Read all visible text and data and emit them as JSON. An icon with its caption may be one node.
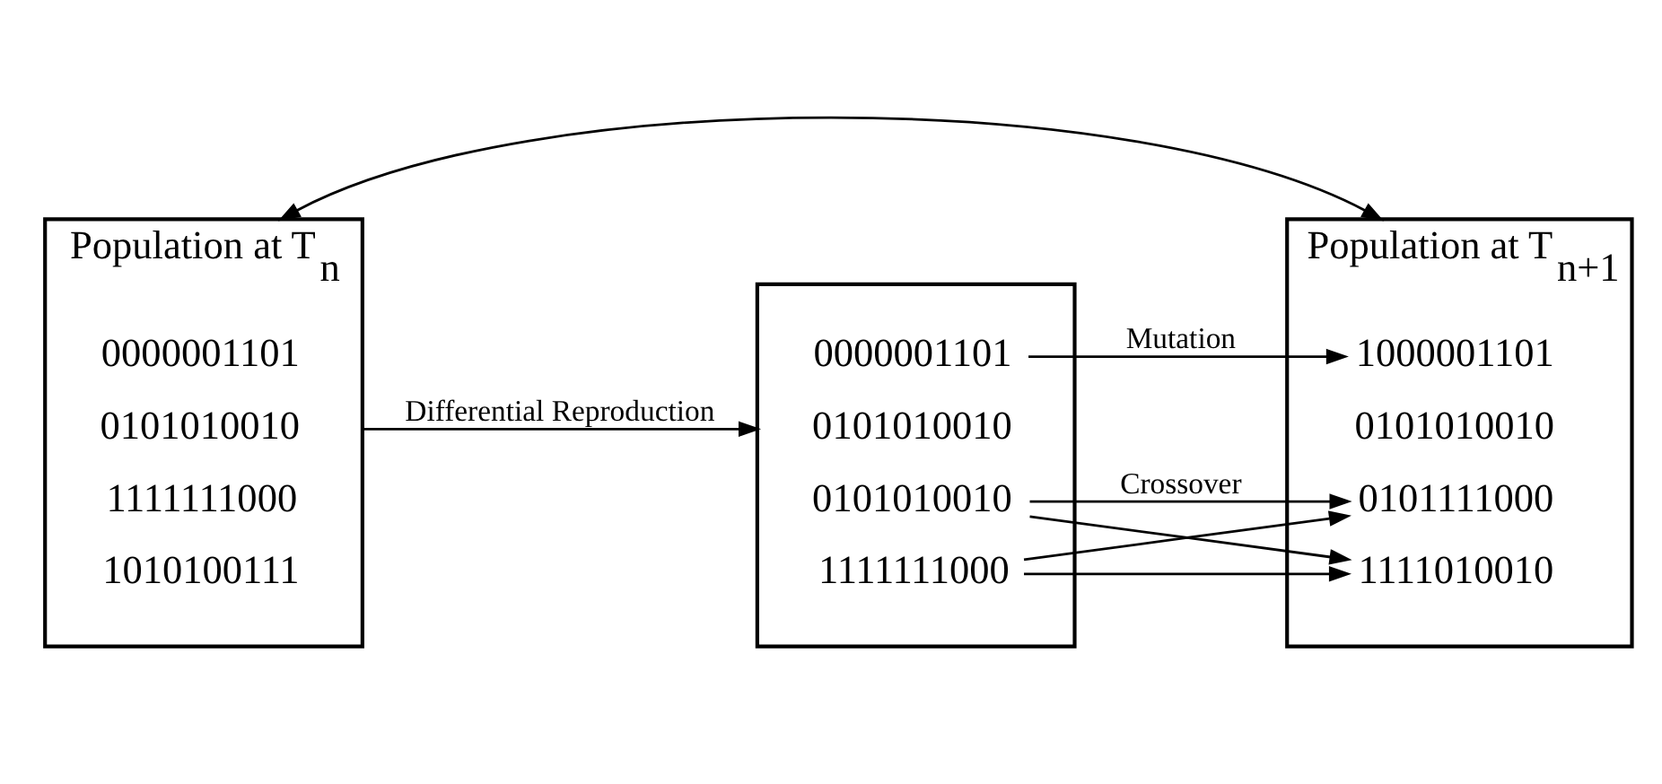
{
  "diagram": {
    "nodes": [
      {
        "text": [
          "Population at T$_{n}$"
        ]
      },
      {
        "text": [
          "0000001101"
        ],
        "in": 0
      },
      {
        "text": [
          "0101010010"
        ],
        "in": 0
      },
      {
        "text": [
          "1111111000"
        ],
        "in": 0
      },
      {
        "text": [
          "1010100111"
        ],
        "in": 0
      },
      {
        "text": [],
        "shape": "box"
      },
      {
        "text": [
          "0000001101"
        ],
        "in": 5
      },
      {
        "text": [
          "0101010010"
        ],
        "in": 5
      },
      {
        "text": [
          "0101010010"
        ],
        "in": 5
      },
      {
        "text": [
          "1111111000"
        ],
        "in": 5
      },
      {
        "text": [
          "Population at T$_{n+1}$"
        ]
      },
      {
        "text": [
          "1000001101"
        ],
        "in": 10
      },
      {
        "text": [
          "0101010010"
        ],
        "in": 10
      },
      {
        "text": [
          "0101111000"
        ],
        "in": 10
      },
      {
        "text": [
          "1111010010"
        ],
        "in": 10
      }
    ],
    "edges": [
      {
        "from": 0,
        "to": 5,
        "arrow": "to",
        "label": "Differential Reproduction"
      },
      {
        "from": 6,
        "to": 11,
        "arrow": "to",
        "label": "Mutation"
      },
      {
        "from": 8,
        "to": 13,
        "arrow": "to",
        "label": "Crossover"
      },
      {
        "from": 8,
        "to": 14,
        "arrow": "to"
      },
      {
        "from": 9,
        "to": 13,
        "arrow": "to"
      },
      {
        "from": 9,
        "to": 14,
        "arrow": "to"
      },
      {
        "from": 10,
        "to": 0,
        "arrow": "both"
      }
    ]
  }
}
